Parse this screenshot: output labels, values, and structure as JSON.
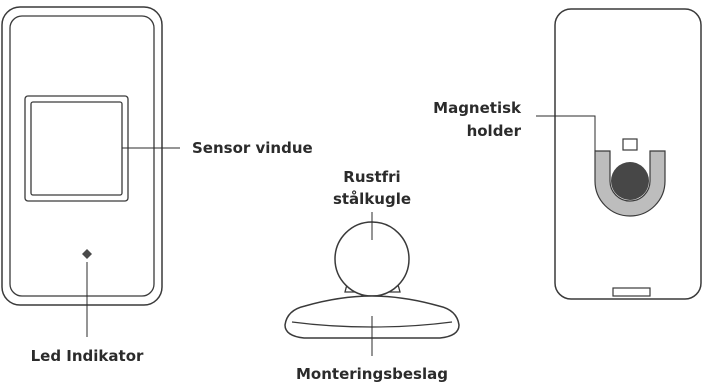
{
  "labels": {
    "sensor_window": "Sensor vindue",
    "led_indicator": "Led Indikator",
    "steel_ball_line1": "Rustfri",
    "steel_ball_line2": "stålkugle",
    "mounting_bracket": "Monteringsbeslag",
    "magnetic_holder_line1": "Magnetisk",
    "magnetic_holder_line2": "holder"
  },
  "colors": {
    "outline": "#3a3a3a",
    "leader_line": "#2b2b2b",
    "holder_ring": "#bdbdbd",
    "magnet": "#474747",
    "led": "#4a4a4a"
  }
}
